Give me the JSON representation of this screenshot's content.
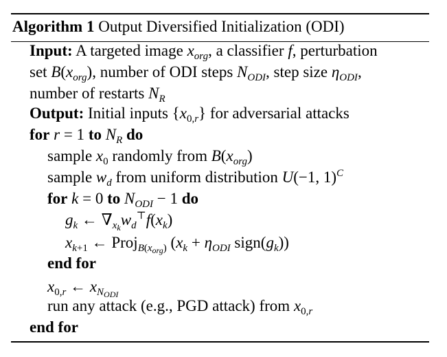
{
  "caption": {
    "label": "Algorithm 1",
    "title": "Output Diversified Initialization (ODI)"
  },
  "lines": {
    "input_kw": "Input:",
    "input_1a": "A targeted image",
    "input_1b": ", a classifier",
    "input_1c": ", perturbation",
    "input_2a": "set",
    "input_2b": ", number of ODI steps",
    "input_2c": ", step size",
    "input_3": "number of restarts",
    "output_kw": "Output:",
    "output_text": "Initial inputs",
    "output_text2": "for adversarial attacks",
    "for_kw": "for",
    "to_kw": "to",
    "do_kw": "do",
    "sample1a": "sample",
    "sample1b": "randomly from",
    "sample2a": "sample",
    "sample2b": "from uniform distribution",
    "proj": "Proj",
    "sign": "sign",
    "endfor_kw": "end for",
    "run_text": "run any attack (e.g., PGD attack) from"
  }
}
